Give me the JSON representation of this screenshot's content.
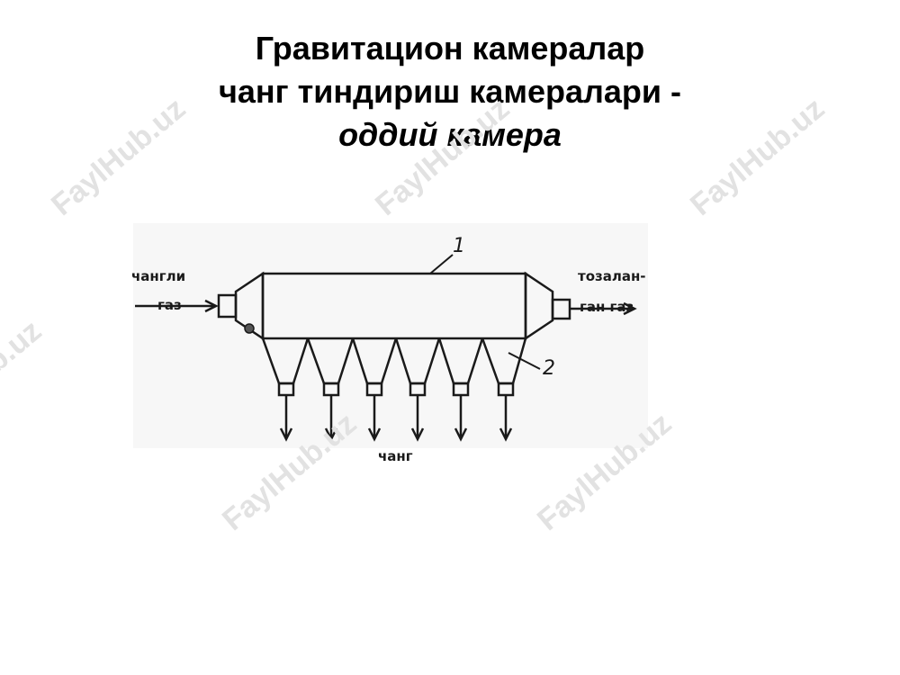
{
  "slide": {
    "title_line1": "Гравитацион камералар",
    "title_line2": "чанг тиндириш камералари -",
    "title_line3": "оддий камера"
  },
  "diagram": {
    "inlet_label_1": "чангли",
    "inlet_label_2": "газ",
    "outlet_label_1": "тозалан-",
    "outlet_label_2": "ган газ",
    "bottom_label": "чанг",
    "callout_1": "1",
    "callout_2": "2"
  },
  "watermark": {
    "text": "FaylHub.uz"
  }
}
